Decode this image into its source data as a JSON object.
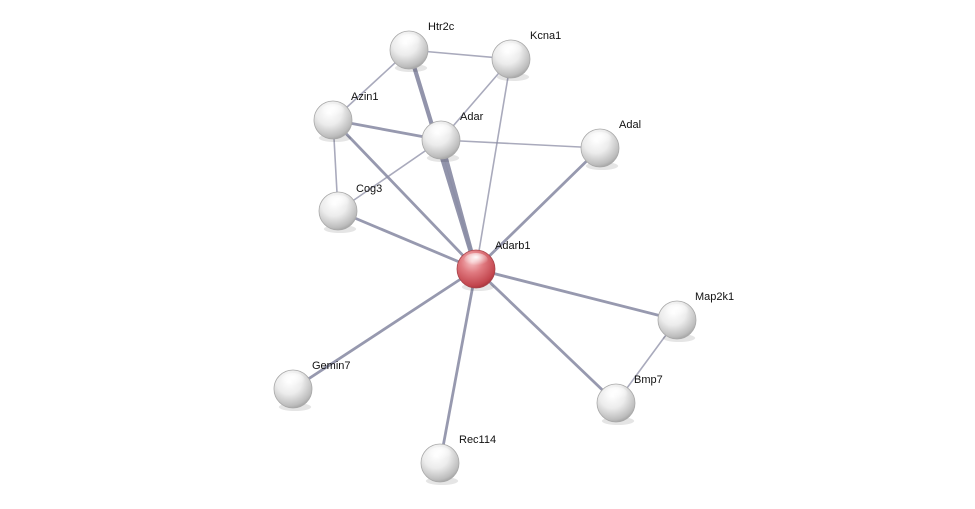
{
  "network": {
    "query_node": "Adarb1",
    "colors": {
      "query_node": "#e06a70",
      "node": "#e2e2e2",
      "edge": "#8c8ea6"
    },
    "nodes": [
      {
        "id": "Htr2c",
        "label": "Htr2c"
      },
      {
        "id": "Kcna1",
        "label": "Kcna1"
      },
      {
        "id": "Azin1",
        "label": "Azin1"
      },
      {
        "id": "Adar",
        "label": "Adar"
      },
      {
        "id": "Adal",
        "label": "Adal"
      },
      {
        "id": "Cog3",
        "label": "Cog3"
      },
      {
        "id": "Adarb1",
        "label": "Adarb1"
      },
      {
        "id": "Map2k1",
        "label": "Map2k1"
      },
      {
        "id": "Gemin7",
        "label": "Gemin7"
      },
      {
        "id": "Bmp7",
        "label": "Bmp7"
      },
      {
        "id": "Rec114",
        "label": "Rec114"
      }
    ],
    "edges": [
      {
        "source": "Htr2c",
        "target": "Kcna1",
        "weight": 1
      },
      {
        "source": "Htr2c",
        "target": "Azin1",
        "weight": 1
      },
      {
        "source": "Htr2c",
        "target": "Adarb1",
        "weight": 3
      },
      {
        "source": "Kcna1",
        "target": "Adar",
        "weight": 1
      },
      {
        "source": "Kcna1",
        "target": "Adarb1",
        "weight": 1
      },
      {
        "source": "Azin1",
        "target": "Adar",
        "weight": 2
      },
      {
        "source": "Azin1",
        "target": "Cog3",
        "weight": 1
      },
      {
        "source": "Azin1",
        "target": "Adarb1",
        "weight": 2
      },
      {
        "source": "Adar",
        "target": "Adal",
        "weight": 1
      },
      {
        "source": "Adar",
        "target": "Cog3",
        "weight": 1
      },
      {
        "source": "Adar",
        "target": "Adarb1",
        "weight": 3
      },
      {
        "source": "Adal",
        "target": "Adarb1",
        "weight": 2
      },
      {
        "source": "Cog3",
        "target": "Adarb1",
        "weight": 2
      },
      {
        "source": "Adarb1",
        "target": "Map2k1",
        "weight": 2
      },
      {
        "source": "Adarb1",
        "target": "Bmp7",
        "weight": 2
      },
      {
        "source": "Adarb1",
        "target": "Gemin7",
        "weight": 2
      },
      {
        "source": "Adarb1",
        "target": "Rec114",
        "weight": 2
      },
      {
        "source": "Map2k1",
        "target": "Bmp7",
        "weight": 1
      }
    ]
  }
}
